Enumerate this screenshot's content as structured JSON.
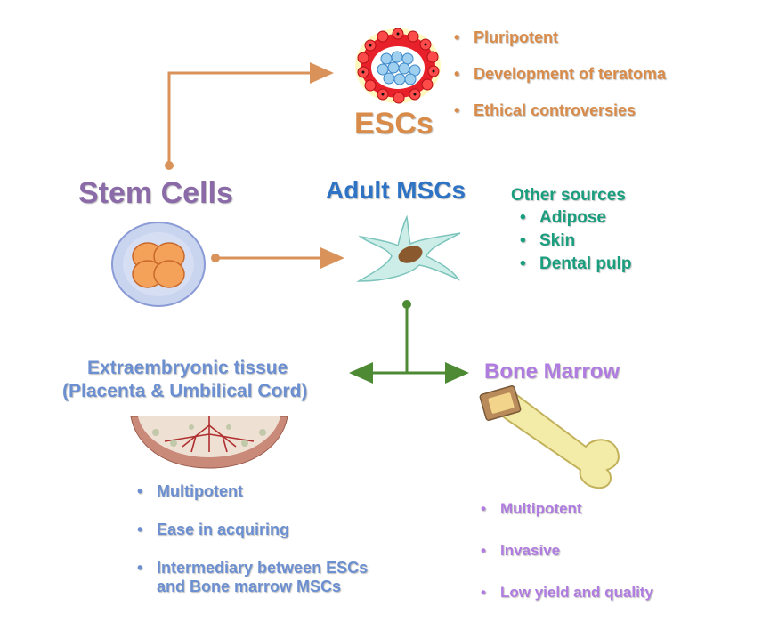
{
  "colors": {
    "esc": "#d98c4a",
    "stem": "#8b6aa8",
    "adult": "#2e73c4",
    "other": "#1b9e7e",
    "extra": "#6b8fd0",
    "bone": "#b07ce0",
    "arrow_orange": "#d9935a",
    "arrow_green": "#4e8a34"
  },
  "title": {
    "stem_cells": "Stem Cells",
    "escs": "ESCs",
    "adult_mscs": "Adult MSCs",
    "extra_line1": "Extraembryonic tissue",
    "extra_line2": "(Placenta & Umbilical Cord)",
    "bone_marrow": "Bone Marrow"
  },
  "esc_points": [
    "Pluripotent",
    "Development of teratoma",
    "Ethical controversies"
  ],
  "other_sources": {
    "heading": "Other sources",
    "items": [
      "Adipose",
      "Skin",
      "Dental pulp"
    ]
  },
  "extra_points": [
    "Multipotent",
    "Ease in acquiring",
    "Intermediary between ESCs and Bone marrow MSCs"
  ],
  "bone_points": [
    "Multipotent",
    "Invasive",
    "Low yield and quality"
  ],
  "bullet": "•"
}
